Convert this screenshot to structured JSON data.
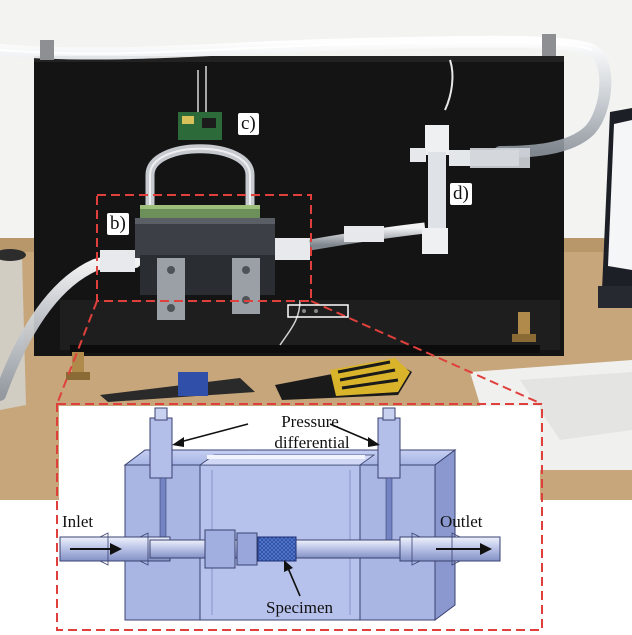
{
  "labels": {
    "b": "b)",
    "c": "c)",
    "d": "d)"
  },
  "diagram": {
    "pressure_line1": "Pressure",
    "pressure_line2": "differential",
    "inlet": "Inlet",
    "outlet": "Outlet",
    "specimen": "Specimen"
  },
  "colors": {
    "backboard": "#141414",
    "table": "#c6a67a",
    "wall": "#f3f3f1",
    "block": "#a9b6e4",
    "callout": "#e0403c"
  }
}
